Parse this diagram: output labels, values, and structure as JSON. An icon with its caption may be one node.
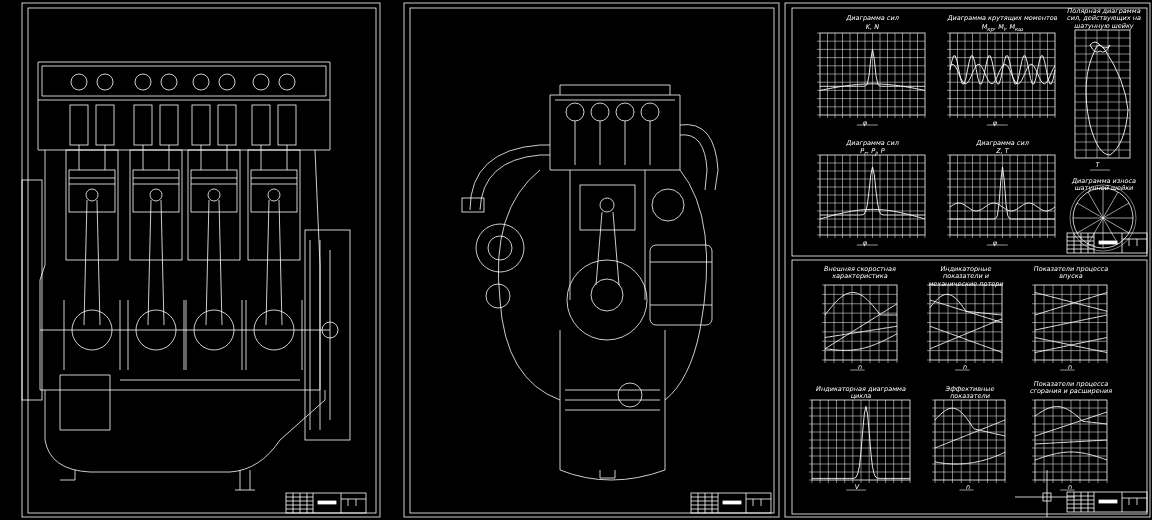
{
  "diagram": {
    "labels": [
      "Диаграмма сил",
      "K, N",
      "Диаграмма крутящих моментов",
      "M$_{кр}$, M$_{i}$, M$_{кш}$",
      "Полярная диаграмма сил, действующих на шатунную шейку",
      "φ",
      "φ",
      "T",
      "Диаграмма сил",
      "P$_{г}$, P$_{j}$, P",
      "Диаграмма сил",
      "Z, T",
      "Диаграмма износа шатунной шейки",
      "φ",
      "φ",
      "Внешняя скоростная характеристика",
      "Индикаторные показатели и механические потери",
      "Показатели процесса впуска",
      "n",
      "n",
      "n",
      "Индикаторная диаграмма цикла",
      "Эффективные показатели",
      "Показатели процесса сгорания и расширения",
      "V",
      "n",
      "n"
    ]
  }
}
